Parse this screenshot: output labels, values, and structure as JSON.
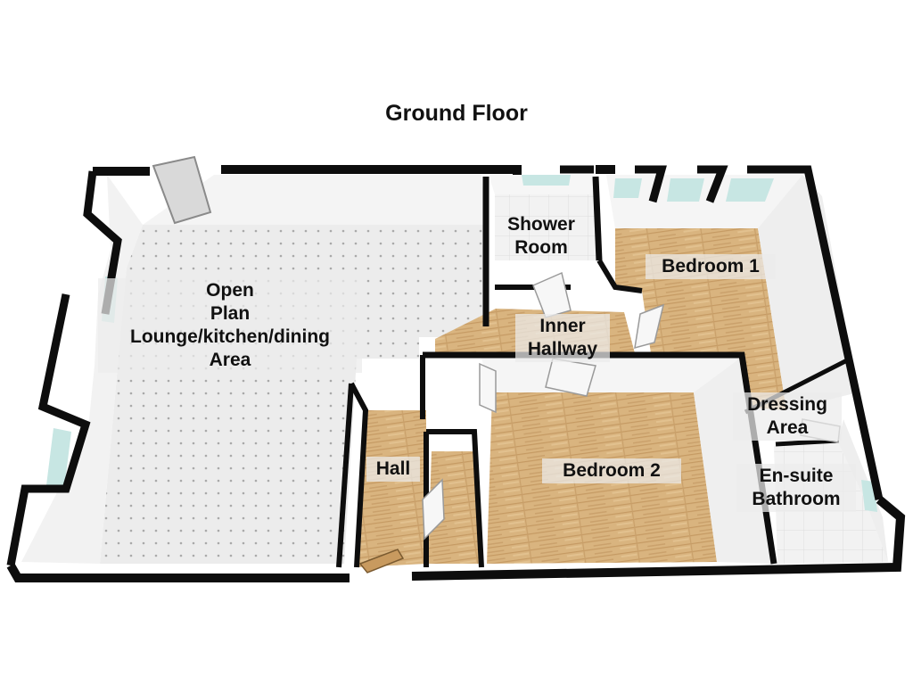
{
  "title": "Ground Floor",
  "rooms": {
    "lounge": {
      "line1": "Open",
      "line2": "Plan",
      "line3": "Lounge/kitchen/dining",
      "line4": "Area"
    },
    "shower": {
      "line1": "Shower",
      "line2": "Room"
    },
    "bedroom1": {
      "label": "Bedroom 1"
    },
    "inner_hallway": {
      "line1": "Inner",
      "line2": "Hallway"
    },
    "dressing": {
      "line1": "Dressing",
      "line2": "Area"
    },
    "hall": {
      "label": "Hall"
    },
    "bedroom2": {
      "label": "Bedroom 2"
    },
    "ensuite": {
      "line1": "En-suite",
      "line2": "Bathroom"
    }
  },
  "colors": {
    "wall": "#0d0d0d",
    "inner_wall": "#f4f4f4",
    "tile": "#e9e9e9",
    "wood": "#d8b27e",
    "wood_stripe": "#c69a63",
    "window": "#bfe3e0"
  }
}
